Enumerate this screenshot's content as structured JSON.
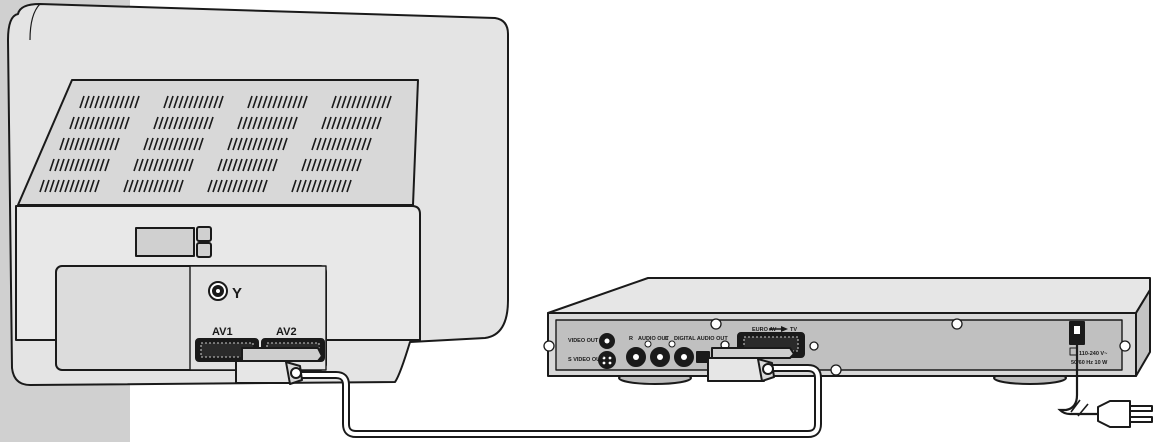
{
  "tv": {
    "antenna_symbol": "Y",
    "av1_label": "AV1",
    "av2_label": "AV2"
  },
  "player": {
    "video_out_label": "VIDEO OUT",
    "s_video_out_label": "S VIDEO OUT",
    "r_label": "R",
    "audio_out_label": "AUDIO OUT",
    "l_label": "L",
    "digital_audio_out_label": "DIGITAL AUDIO OUT",
    "euro_av_label": "EURO AV",
    "tv_label": "TV",
    "power_rating_line1": "110-240 V~",
    "power_rating_line2": "50/60 Hz 10 W"
  },
  "colors": {
    "outline": "#1a1a1a",
    "tv_body": "#e4e4e4",
    "tv_panel": "#d6d6d6",
    "player_body": "#d8d8d8",
    "player_panel": "#b8b8b8",
    "left_strip": "#d0d0d0"
  }
}
